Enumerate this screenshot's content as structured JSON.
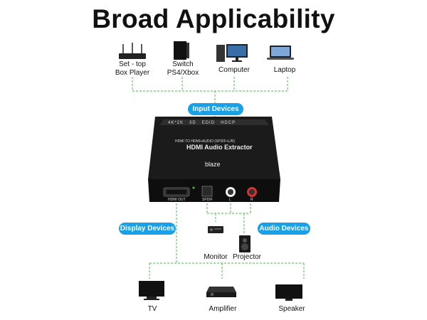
{
  "title": "Broad Applicability",
  "input_devices": {
    "label": "Input Devices",
    "items": [
      {
        "label": "Set - top\nBox Player"
      },
      {
        "label": "Switch\nPS4/Xbox"
      },
      {
        "label": "Computer"
      },
      {
        "label": "Laptop"
      }
    ]
  },
  "device": {
    "brand": "blaze",
    "model": "HDMI Audio Extractor",
    "subtitle": "HDMI TO HDMI+AUDIO (SPDIF+L/R)",
    "features": [
      "4K*2K",
      "3D",
      "EDID",
      "HDCP"
    ],
    "ports": [
      "HDMI OUT",
      "SPDIF",
      "L",
      "R"
    ]
  },
  "display_devices": {
    "label": "Display Devices",
    "items": [
      {
        "label": "Monitor"
      },
      {
        "label": "Projector"
      }
    ]
  },
  "audio_devices": {
    "label": "Audio Devices"
  },
  "output_devices": {
    "items": [
      {
        "label": "TV"
      },
      {
        "label": "Amplifier"
      },
      {
        "label": "Speaker"
      }
    ]
  },
  "colors": {
    "accent": "#1aa0e6",
    "line": "#66cc66"
  }
}
